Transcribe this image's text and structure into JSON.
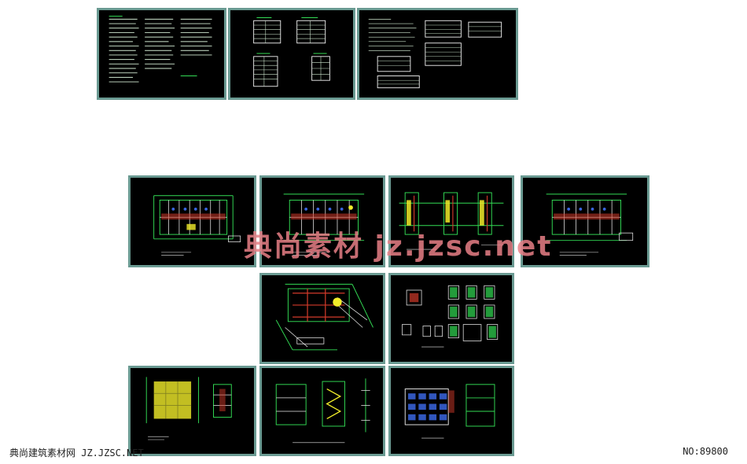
{
  "watermark": "典尚素材 jz.jzsc.net",
  "footer": {
    "left": "典尚建筑素材网 JZ.JZSC.NET",
    "right": "NO:89800"
  },
  "colors": {
    "sheet_bg": "#000000",
    "frame": "#6a9a92",
    "drawing_green": "#33dd55",
    "drawing_white": "#e8e8e8",
    "drawing_yellow": "#f2ee2a",
    "drawing_red": "#d23a2a",
    "drawing_blue": "#3a66e0",
    "watermark": "#e87f87"
  }
}
